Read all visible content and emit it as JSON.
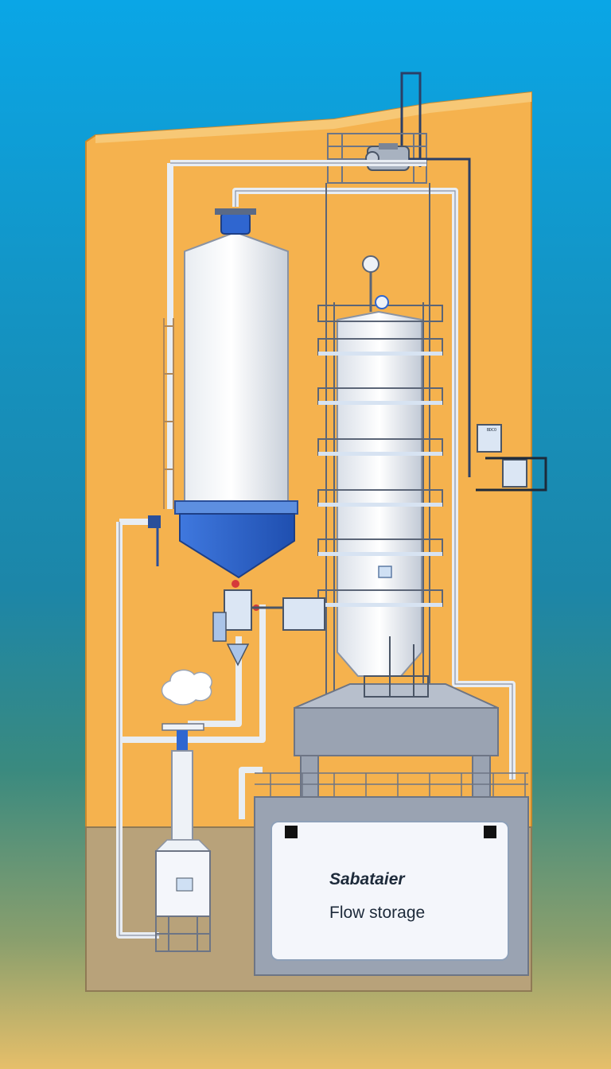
{
  "legend": {
    "title": "Sabataier",
    "subtitle": "Flow storage"
  },
  "control_cabinet": {
    "label": "BDCO"
  },
  "colors": {
    "sky_top": "#0aa6e6",
    "ground_wall": "#f5b24e",
    "soil": "#b8a27a",
    "tank_white": "#f2f4f7",
    "hopper_blue": "#2f66d0",
    "steel_frame": "#8a93a3",
    "pipe": "#e8edf3",
    "base_gray": "#9aa3b2"
  },
  "icons": [
    "steam-cloud-icon",
    "pressure-gauge-icon",
    "motor-pump-icon",
    "valve-icon"
  ]
}
